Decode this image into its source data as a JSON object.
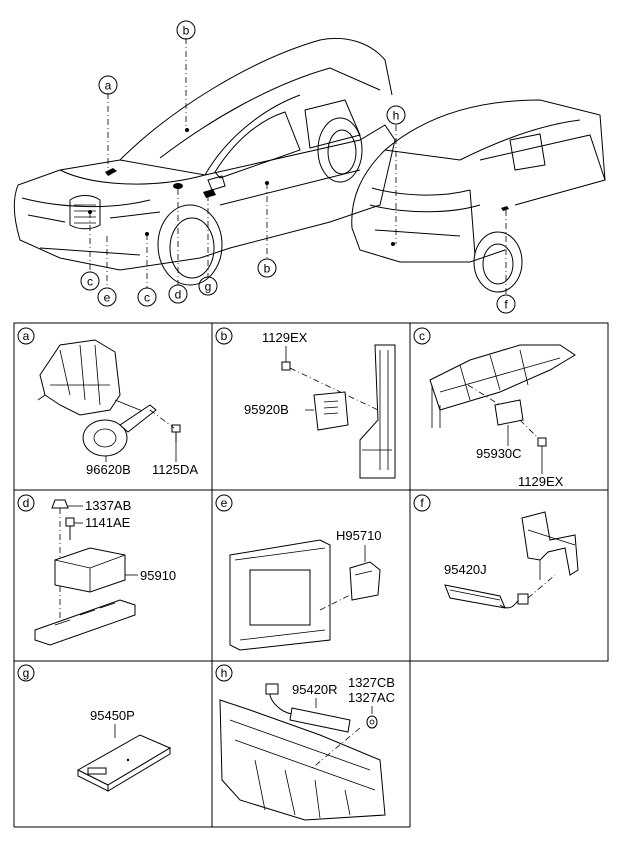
{
  "overview": {
    "callouts": {
      "a": "a",
      "b_top": "b",
      "b_bottom": "b",
      "c_left": "c",
      "c_right": "c",
      "d": "d",
      "e": "e",
      "g": "g",
      "h": "h",
      "f": "f"
    }
  },
  "panels": {
    "a": {
      "letter": "a",
      "parts": [
        "96620B",
        "1125DA"
      ]
    },
    "b": {
      "letter": "b",
      "parts": [
        "1129EX",
        "95920B"
      ]
    },
    "c": {
      "letter": "c",
      "parts": [
        "95930C",
        "1129EX"
      ]
    },
    "d": {
      "letter": "d",
      "parts": [
        "1337AB",
        "1141AE",
        "95910"
      ]
    },
    "e": {
      "letter": "e",
      "parts": [
        "H95710"
      ]
    },
    "f": {
      "letter": "f",
      "parts": [
        "95420J"
      ]
    },
    "g": {
      "letter": "g",
      "parts": [
        "95450P"
      ]
    },
    "h": {
      "letter": "h",
      "parts": [
        "95420R",
        "1327CB",
        "1327AC"
      ]
    }
  }
}
